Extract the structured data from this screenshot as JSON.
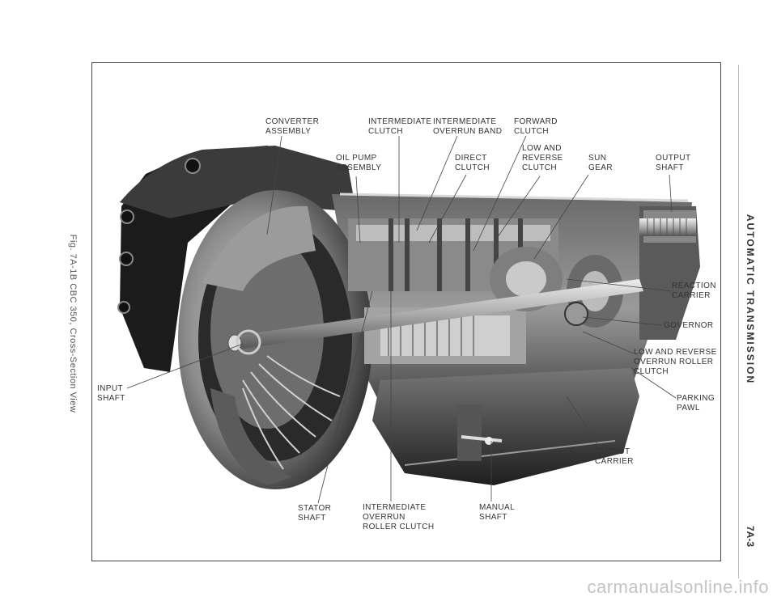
{
  "figure_caption": "Fig. 7A-1B CBC 350, Cross-Section View",
  "section_title": "AUTOMATIC TRANSMISSION",
  "page_number": "7A-3",
  "watermark": "carmanualsonline.info",
  "labels": {
    "converter_assembly": [
      "CONVERTER",
      "ASSEMBLY"
    ],
    "intermediate_clutch": [
      "INTERMEDIATE",
      "CLUTCH"
    ],
    "intermediate_overrun_band": [
      "INTERMEDIATE",
      "OVERRUN BAND"
    ],
    "forward_clutch": [
      "FORWARD",
      "CLUTCH"
    ],
    "oil_pump_assembly": [
      "OIL PUMP",
      "ASSEMBLY"
    ],
    "direct_clutch": [
      "DIRECT",
      "CLUTCH"
    ],
    "low_and_reverse_clutch": [
      "LOW AND",
      "REVERSE",
      "CLUTCH"
    ],
    "sun_gear": [
      "SUN",
      "GEAR"
    ],
    "output_shaft": [
      "OUTPUT",
      "SHAFT"
    ],
    "reaction_carrier": [
      "REACTION",
      "CARRIER"
    ],
    "governor": [
      "GOVERNOR"
    ],
    "low_reverse_overrun_roller_clutch": [
      "LOW AND REVERSE",
      "OVERRUN ROLLER",
      "CLUTCH"
    ],
    "parking_pawl": [
      "PARKING",
      "PAWL"
    ],
    "output_carrier": [
      "OUTPUT",
      "CARRIER"
    ],
    "input_shaft": [
      "INPUT",
      "SHAFT"
    ],
    "stator_shaft": [
      "STATOR",
      "SHAFT"
    ],
    "intermediate_overrun_roller_clutch": [
      "INTERMEDIATE",
      "OVERRUN",
      "ROLLER CLUTCH"
    ],
    "manual_shaft": [
      "MANUAL",
      "SHAFT"
    ]
  }
}
